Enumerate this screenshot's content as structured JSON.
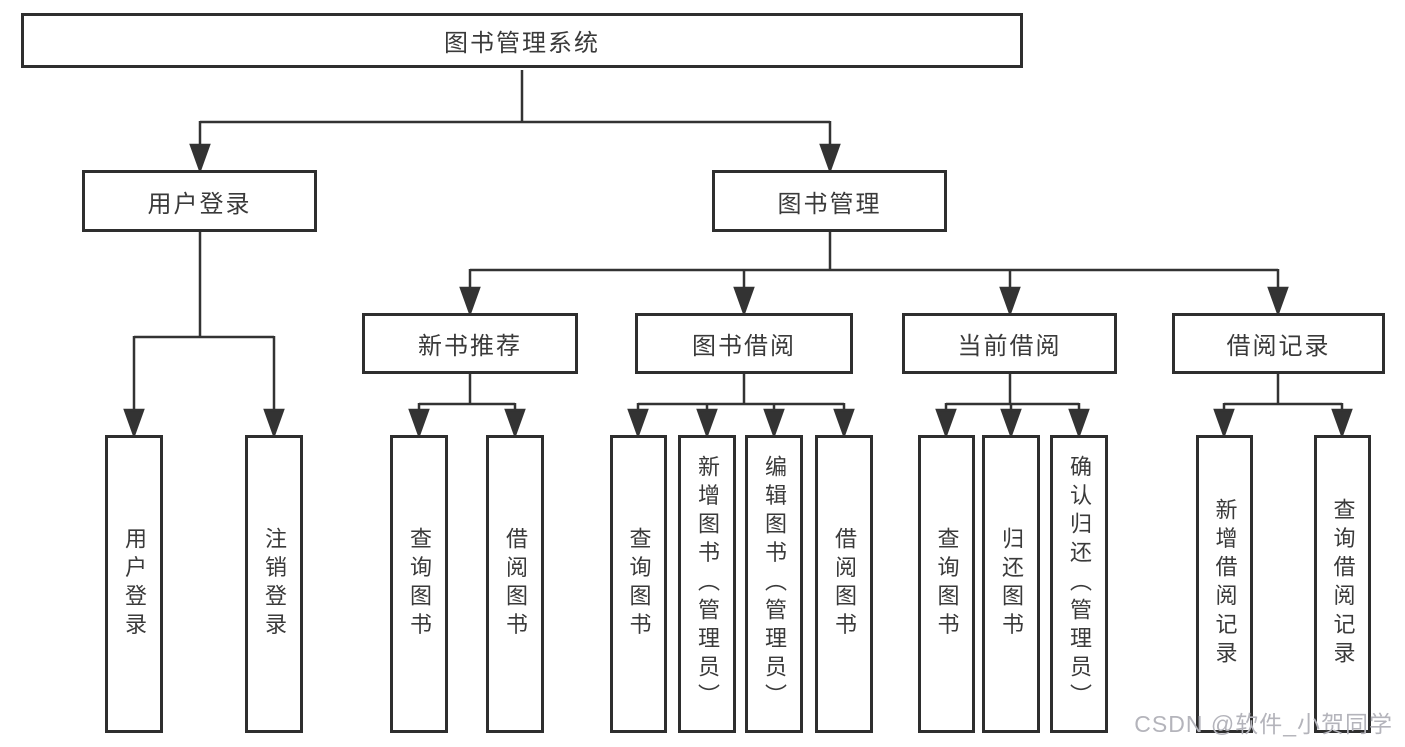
{
  "tree": {
    "root": "图书管理系统",
    "login": "用户登录",
    "manage": "图书管理",
    "recommend": "新书推荐",
    "borrow": "图书借阅",
    "current": "当前借阅",
    "records": "借阅记录",
    "login_children": [
      "用户登录",
      "注销登录"
    ],
    "recommend_children": [
      "查询图书",
      "借阅图书"
    ],
    "borrow_children": [
      "查询图书",
      "新增图书（管理员）",
      "编辑图书（管理员）",
      "借阅图书"
    ],
    "current_children": [
      "查询图书",
      "归还图书",
      "确认归还（管理员）"
    ],
    "records_children": [
      "新增借阅记录",
      "查询借阅记录"
    ]
  },
  "watermark": "CSDN @软件_小贺同学",
  "colors": {
    "line": "#333333",
    "box_border": "#2e2e2e",
    "text": "#3a3a3a",
    "watermark": "#b4b4bb",
    "background": "#ffffff"
  }
}
